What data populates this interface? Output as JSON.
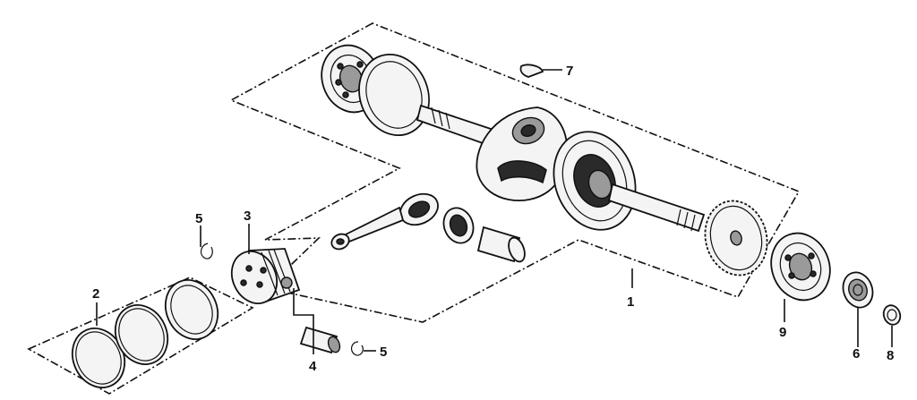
{
  "callouts": {
    "c1": "1",
    "c2": "2",
    "c3": "3",
    "c4": "4",
    "c5a": "5",
    "c5b": "5",
    "c6": "6",
    "c7": "7",
    "c8": "8",
    "c9": "9"
  },
  "colors": {
    "line": "#111111",
    "background": "#ffffff"
  }
}
